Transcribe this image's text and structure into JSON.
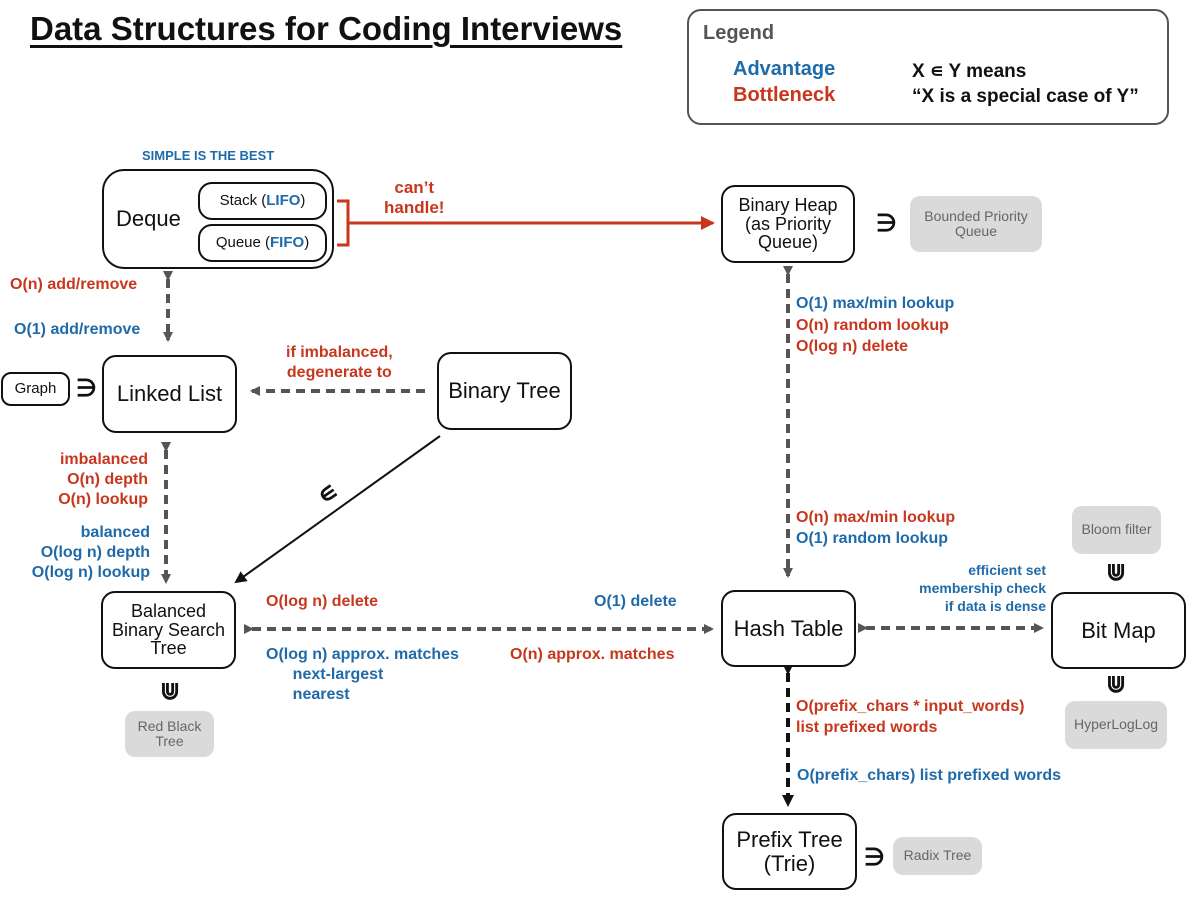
{
  "title": "Data Structures for Coding Interviews",
  "legend": {
    "heading": "Legend",
    "advantage": "Advantage",
    "bottleneck": "Bottleneck",
    "relation_line1": "X ∊ Y means",
    "relation_line2": "“X is a special case of Y”",
    "advantage_color": "#1f6aa9",
    "bottleneck_color": "#c8371d"
  },
  "nodes": {
    "deque_caption": "SIMPLE IS THE BEST",
    "deque": "Deque",
    "stack_prefix": "Stack (",
    "stack_key": "LIFO",
    "stack_suffix": ")",
    "queue_prefix": "Queue (",
    "queue_key": "FIFO",
    "queue_suffix": ")",
    "binary_heap": "Binary Heap\n(as Priority\nQueue)",
    "bounded_priority_queue": "Bounded Priority\nQueue",
    "linked_list": "Linked List",
    "graph": "Graph",
    "binary_tree": "Binary Tree",
    "balanced_bst": "Balanced\nBinary Search\nTree",
    "red_black_tree": "Red Black\nTree",
    "hash_table": "Hash Table",
    "bit_map": "Bit Map",
    "bloom_filter": "Bloom filter",
    "hyperloglog": "HyperLogLog",
    "prefix_tree": "Prefix Tree\n(Trie)",
    "radix_tree": "Radix Tree"
  },
  "symbols": {
    "contains": "∋",
    "element_of": "∊",
    "superset": "⋓"
  },
  "edges": {
    "cant_handle": "can’t\nhandle!",
    "deque_ll_red": "O(n) add/remove",
    "deque_ll_blue": "O(1) add/remove",
    "bt_ll": "if imbalanced,\ndegenerate to",
    "ll_bst_red": "imbalanced\nO(n) depth\nO(n) lookup",
    "ll_bst_blue": "balanced\nO(log n) depth\nO(log n) lookup",
    "heap_blue": "O(1) max/min lookup",
    "heap_red1": "O(n) random lookup",
    "heap_red2": "O(log n) delete",
    "hash_red": "O(n) max/min lookup",
    "hash_blue": "O(1) random lookup",
    "bst_hash_left_red": "O(log n) delete",
    "bst_hash_right_blue": "O(1) delete",
    "bst_hash_left_blue": "O(log n) approx. matches\n      next-largest\n      nearest",
    "bst_hash_right_red": "O(n) approx. matches",
    "bitmap_blue": "efficient set\nmembership check\nif data is dense",
    "trie_red": "O(prefix_chars * input_words)\nlist prefixed words",
    "trie_blue": "O(prefix_chars) list prefixed words"
  }
}
